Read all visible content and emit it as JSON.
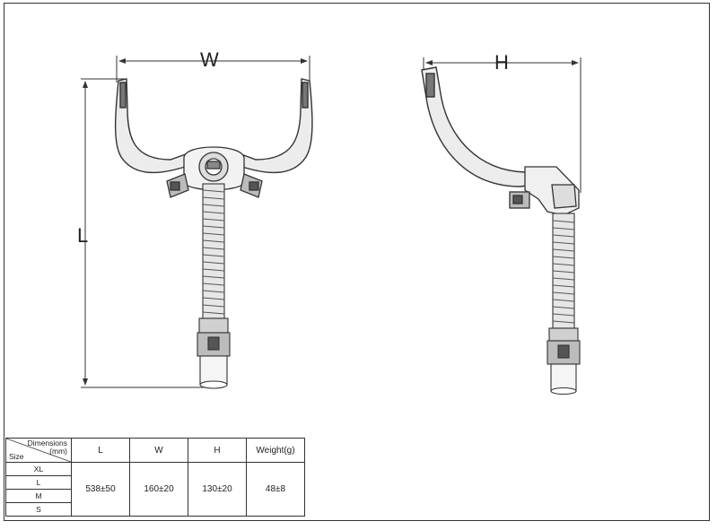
{
  "dimension_labels": {
    "width": "W",
    "height": "H",
    "length": "L"
  },
  "table": {
    "corner_header_dimensions": "Dimensions",
    "corner_header_unit": "(mm)",
    "corner_header_size": "Size",
    "columns": [
      "L",
      "W",
      "H",
      "Weight(g)"
    ],
    "sizes": [
      "XL",
      "L",
      "M",
      "S"
    ],
    "values": [
      "538±50",
      "160±20",
      "130±20",
      "48±8"
    ]
  }
}
